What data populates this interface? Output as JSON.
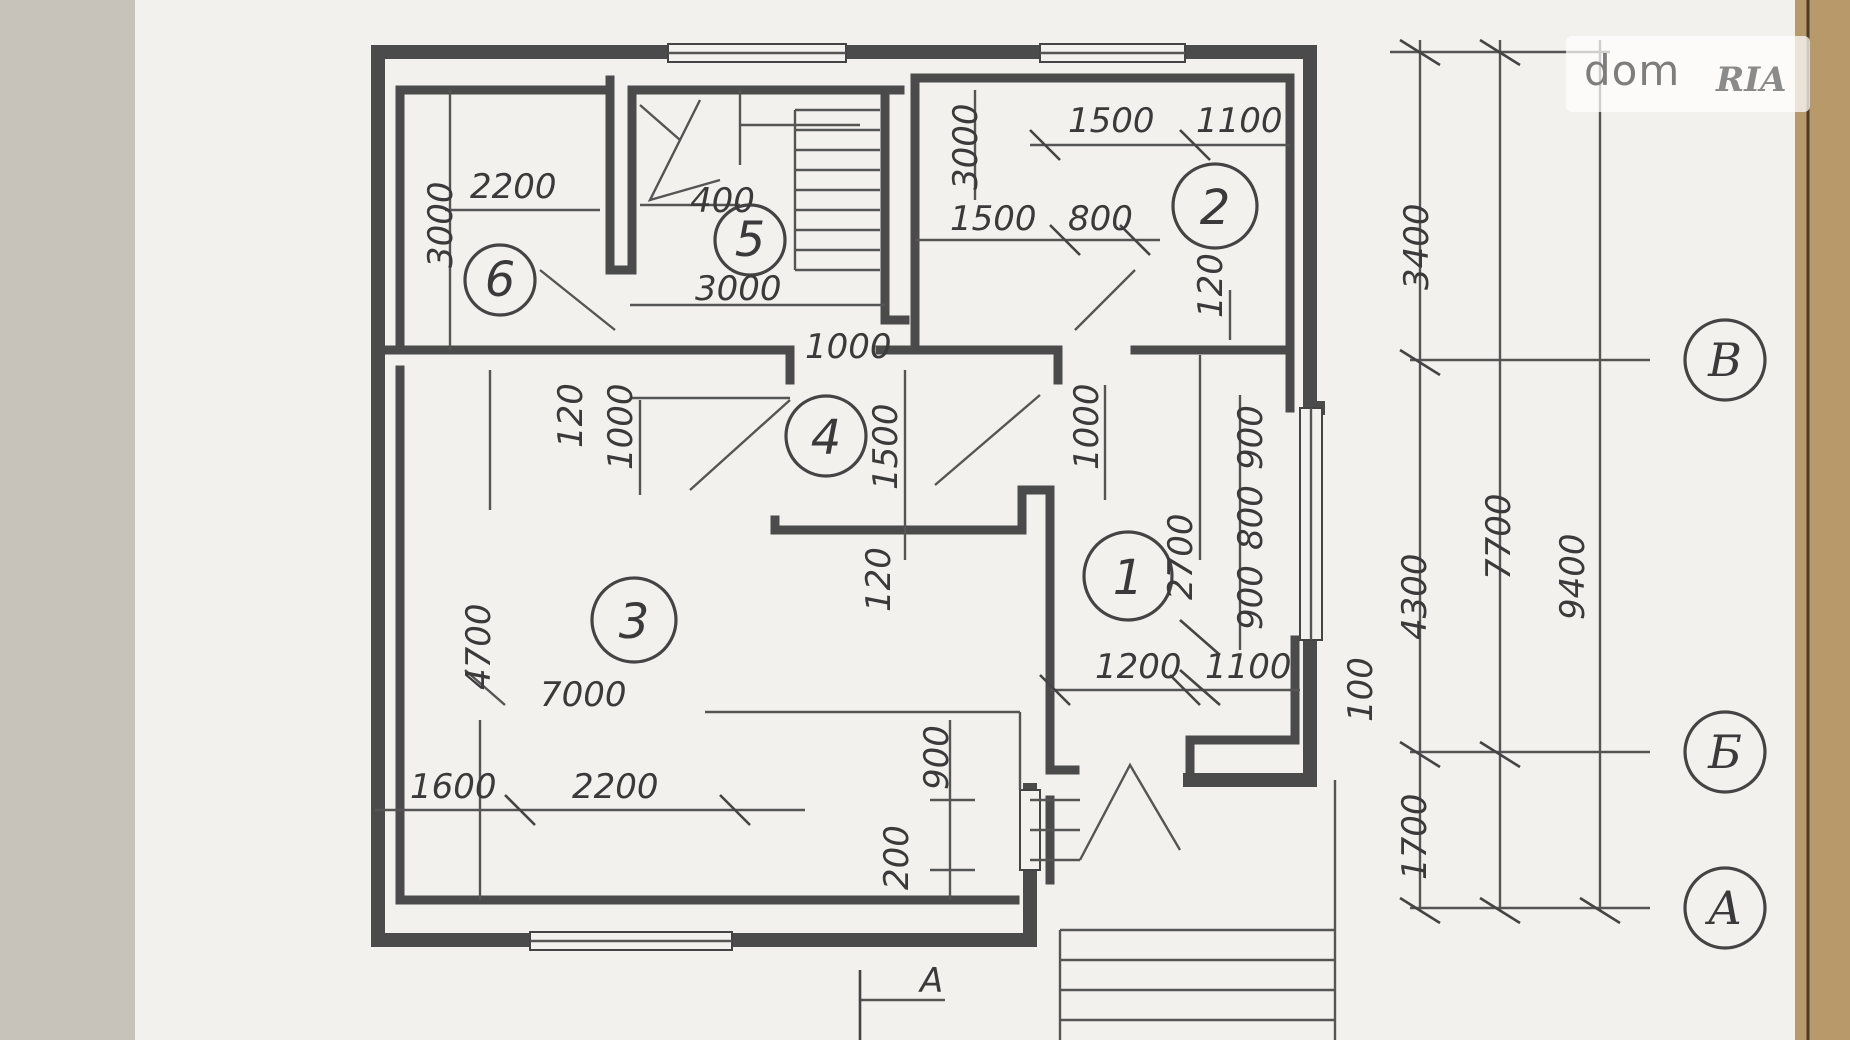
{
  "watermark": {
    "brand": "dom",
    "suffix": "RIA"
  },
  "rooms": [
    "1",
    "2",
    "3",
    "4",
    "5",
    "6"
  ],
  "axes": [
    "А",
    "Б",
    "В"
  ],
  "dimensions": {
    "r6_width": "2200",
    "r6_height": "3000",
    "r5_small": "400",
    "r5_width": "3000",
    "r2_height": "3000",
    "r2_top_a": "1500",
    "r2_top_b": "1100",
    "r2_mid_a": "1500",
    "r2_mid_b": "800",
    "r2_small": "120",
    "r4_top": "1000",
    "r4_left_small": "120",
    "r4_left": "1000",
    "r4_mid": "1500",
    "r4_right": "1000",
    "r4_bottom_small": "120",
    "r1_height": "2700",
    "r1_win_a": "900",
    "r1_win_b": "800",
    "r1_win_c": "900",
    "r1_w_a": "1200",
    "r1_w_b": "1100",
    "r1_small": "100",
    "r3_height": "4700",
    "r3_width": "7000",
    "r3_left": "1600",
    "r3_mid": "2200",
    "r3_window": "900",
    "r3_bottom": "200",
    "total_top": "3400",
    "total_mid": "4300",
    "total_bottom": "1700",
    "total_a": "7700",
    "total_b": "9400",
    "section": "A"
  }
}
